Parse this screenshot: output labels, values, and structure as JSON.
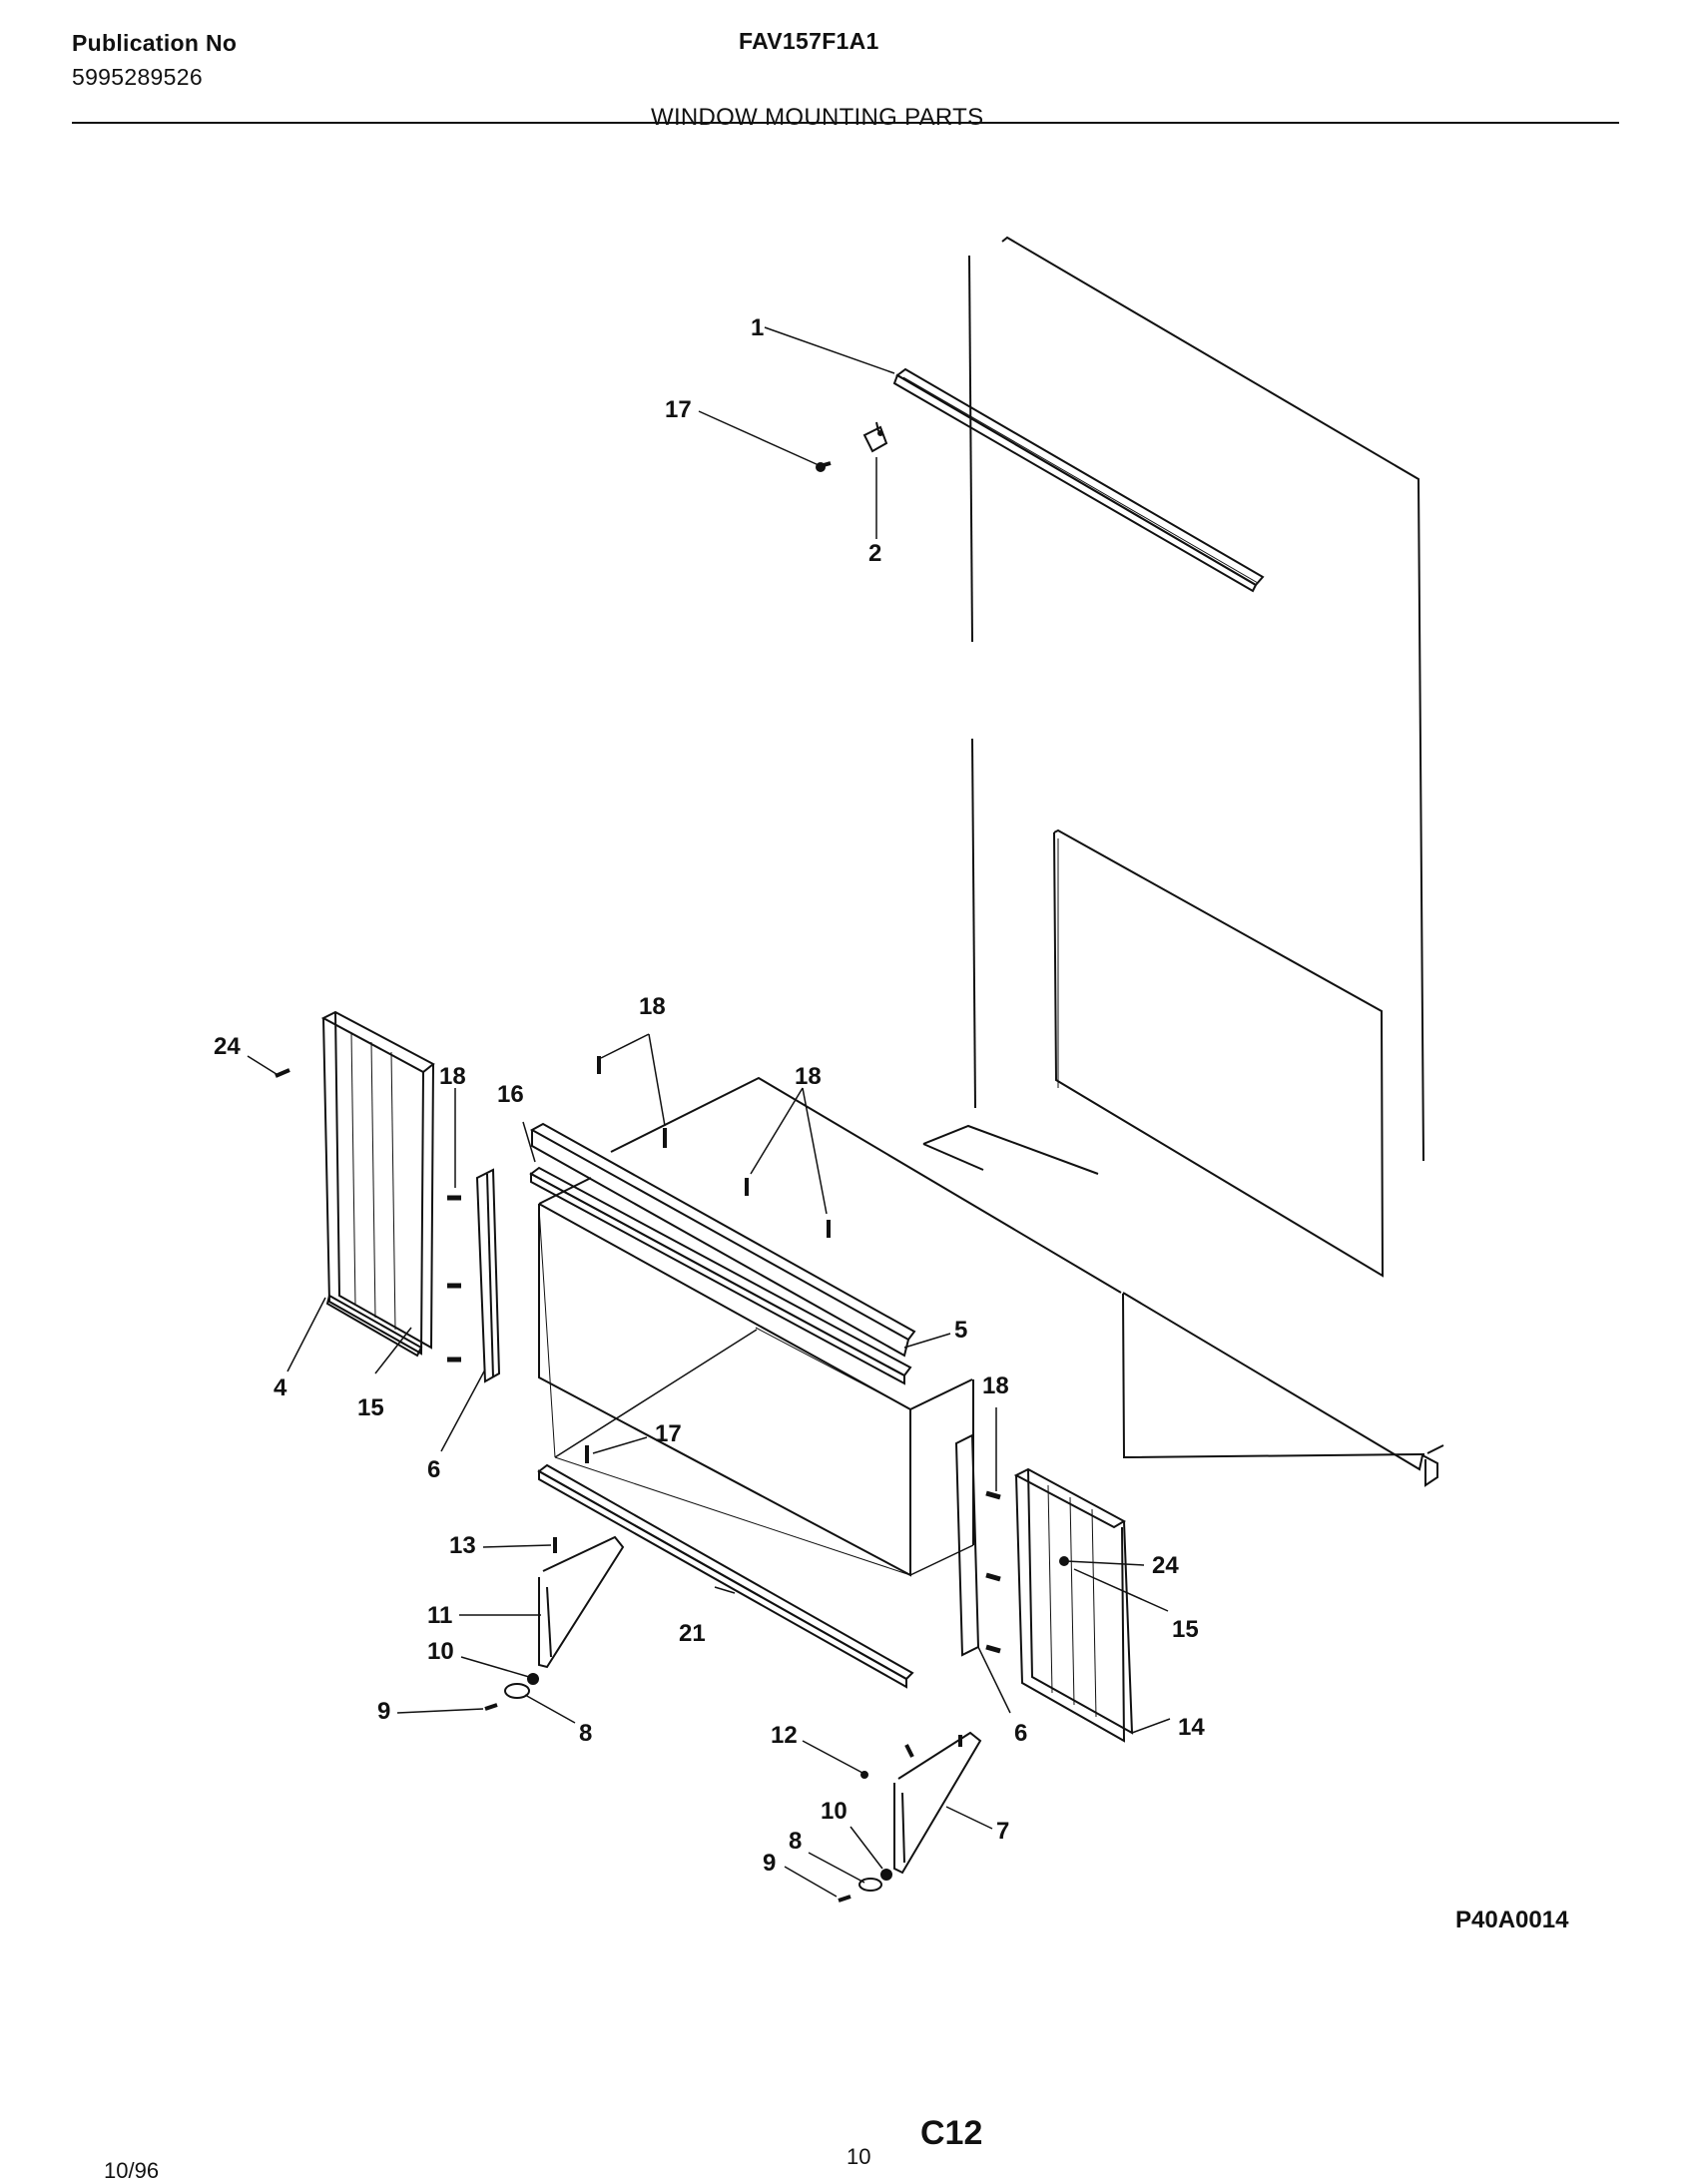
{
  "header": {
    "publication_label": "Publication No",
    "publication_number": "5995289526",
    "model": "FAV157F1A1",
    "section_title": "WINDOW MOUNTING PARTS"
  },
  "callouts": {
    "c1": "1",
    "c2": "2",
    "c17a": "17",
    "c18a": "18",
    "c24a": "24",
    "c18b": "18",
    "c16": "16",
    "c18c": "18",
    "c5": "5",
    "c4": "4",
    "c15a": "15",
    "c6a": "6",
    "c17b": "17",
    "c18d": "18",
    "c24b": "24",
    "c15b": "15",
    "c13": "13",
    "c11": "11",
    "c10a": "10",
    "c9a": "9",
    "c8a": "8",
    "c21": "21",
    "c6b": "6",
    "c14": "14",
    "c12": "12",
    "c10b": "10",
    "c8b": "8",
    "c9b": "9",
    "c7": "7"
  },
  "footer": {
    "diagram_code": "P40A0014",
    "page_code": "C12",
    "page_number": "10",
    "date": "10/96"
  }
}
